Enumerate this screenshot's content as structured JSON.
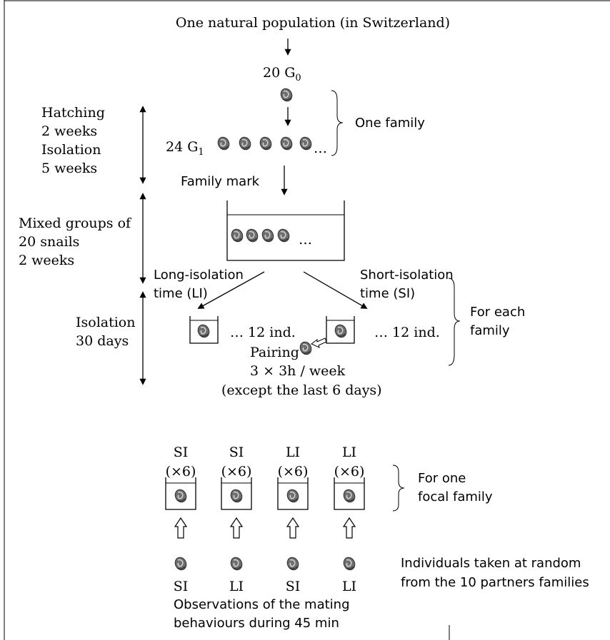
{
  "top": {
    "population": "One natural population (in Switzerland)",
    "g0_count": "20 G",
    "g0_sub": "0",
    "g1_count": "24 G",
    "g1_sub": "1",
    "ellipsis": "…",
    "family_label": "One family",
    "family_mark": "Family mark"
  },
  "timeline": {
    "hatching": "Hatching",
    "hatching_time": "2 weeks",
    "isolation": "Isolation",
    "isolation_time": "5 weeks",
    "mixed_1": "Mixed groups of",
    "mixed_2": "20 snails",
    "mixed_3": "2 weeks",
    "iso30_1": "Isolation",
    "iso30_2": "30 days"
  },
  "treatments": {
    "li_1": "Long-isolation",
    "li_2": "time (LI)",
    "si_1": "Short-isolation",
    "si_2": "time (SI)",
    "count_li": "… 12 ind.",
    "count_si": "… 12 ind.",
    "each_family_1": "For each",
    "each_family_2": "family",
    "pairing": "Pairing",
    "pairing_freq": "3 × 3h / week",
    "pairing_note": "(except the last 6 days)",
    "tank_ellipsis": "…"
  },
  "tests": {
    "focal_labels": [
      "SI",
      "SI",
      "LI",
      "LI"
    ],
    "replicate": "(×6)",
    "partner_labels": [
      "SI",
      "LI",
      "SI",
      "LI"
    ],
    "focal_family_1": "For one",
    "focal_family_2": "focal family",
    "random_1": "Individuals taken at random",
    "random_2": "from the 10 partners families"
  },
  "bottom": {
    "obs_1": "Observations of the mating",
    "obs_2": "behaviours during 45 min"
  },
  "colors": {
    "snail_shell": "#6e6e6e",
    "snail_light": "#b8b8b8",
    "snail_dark": "#2e2e2e"
  }
}
